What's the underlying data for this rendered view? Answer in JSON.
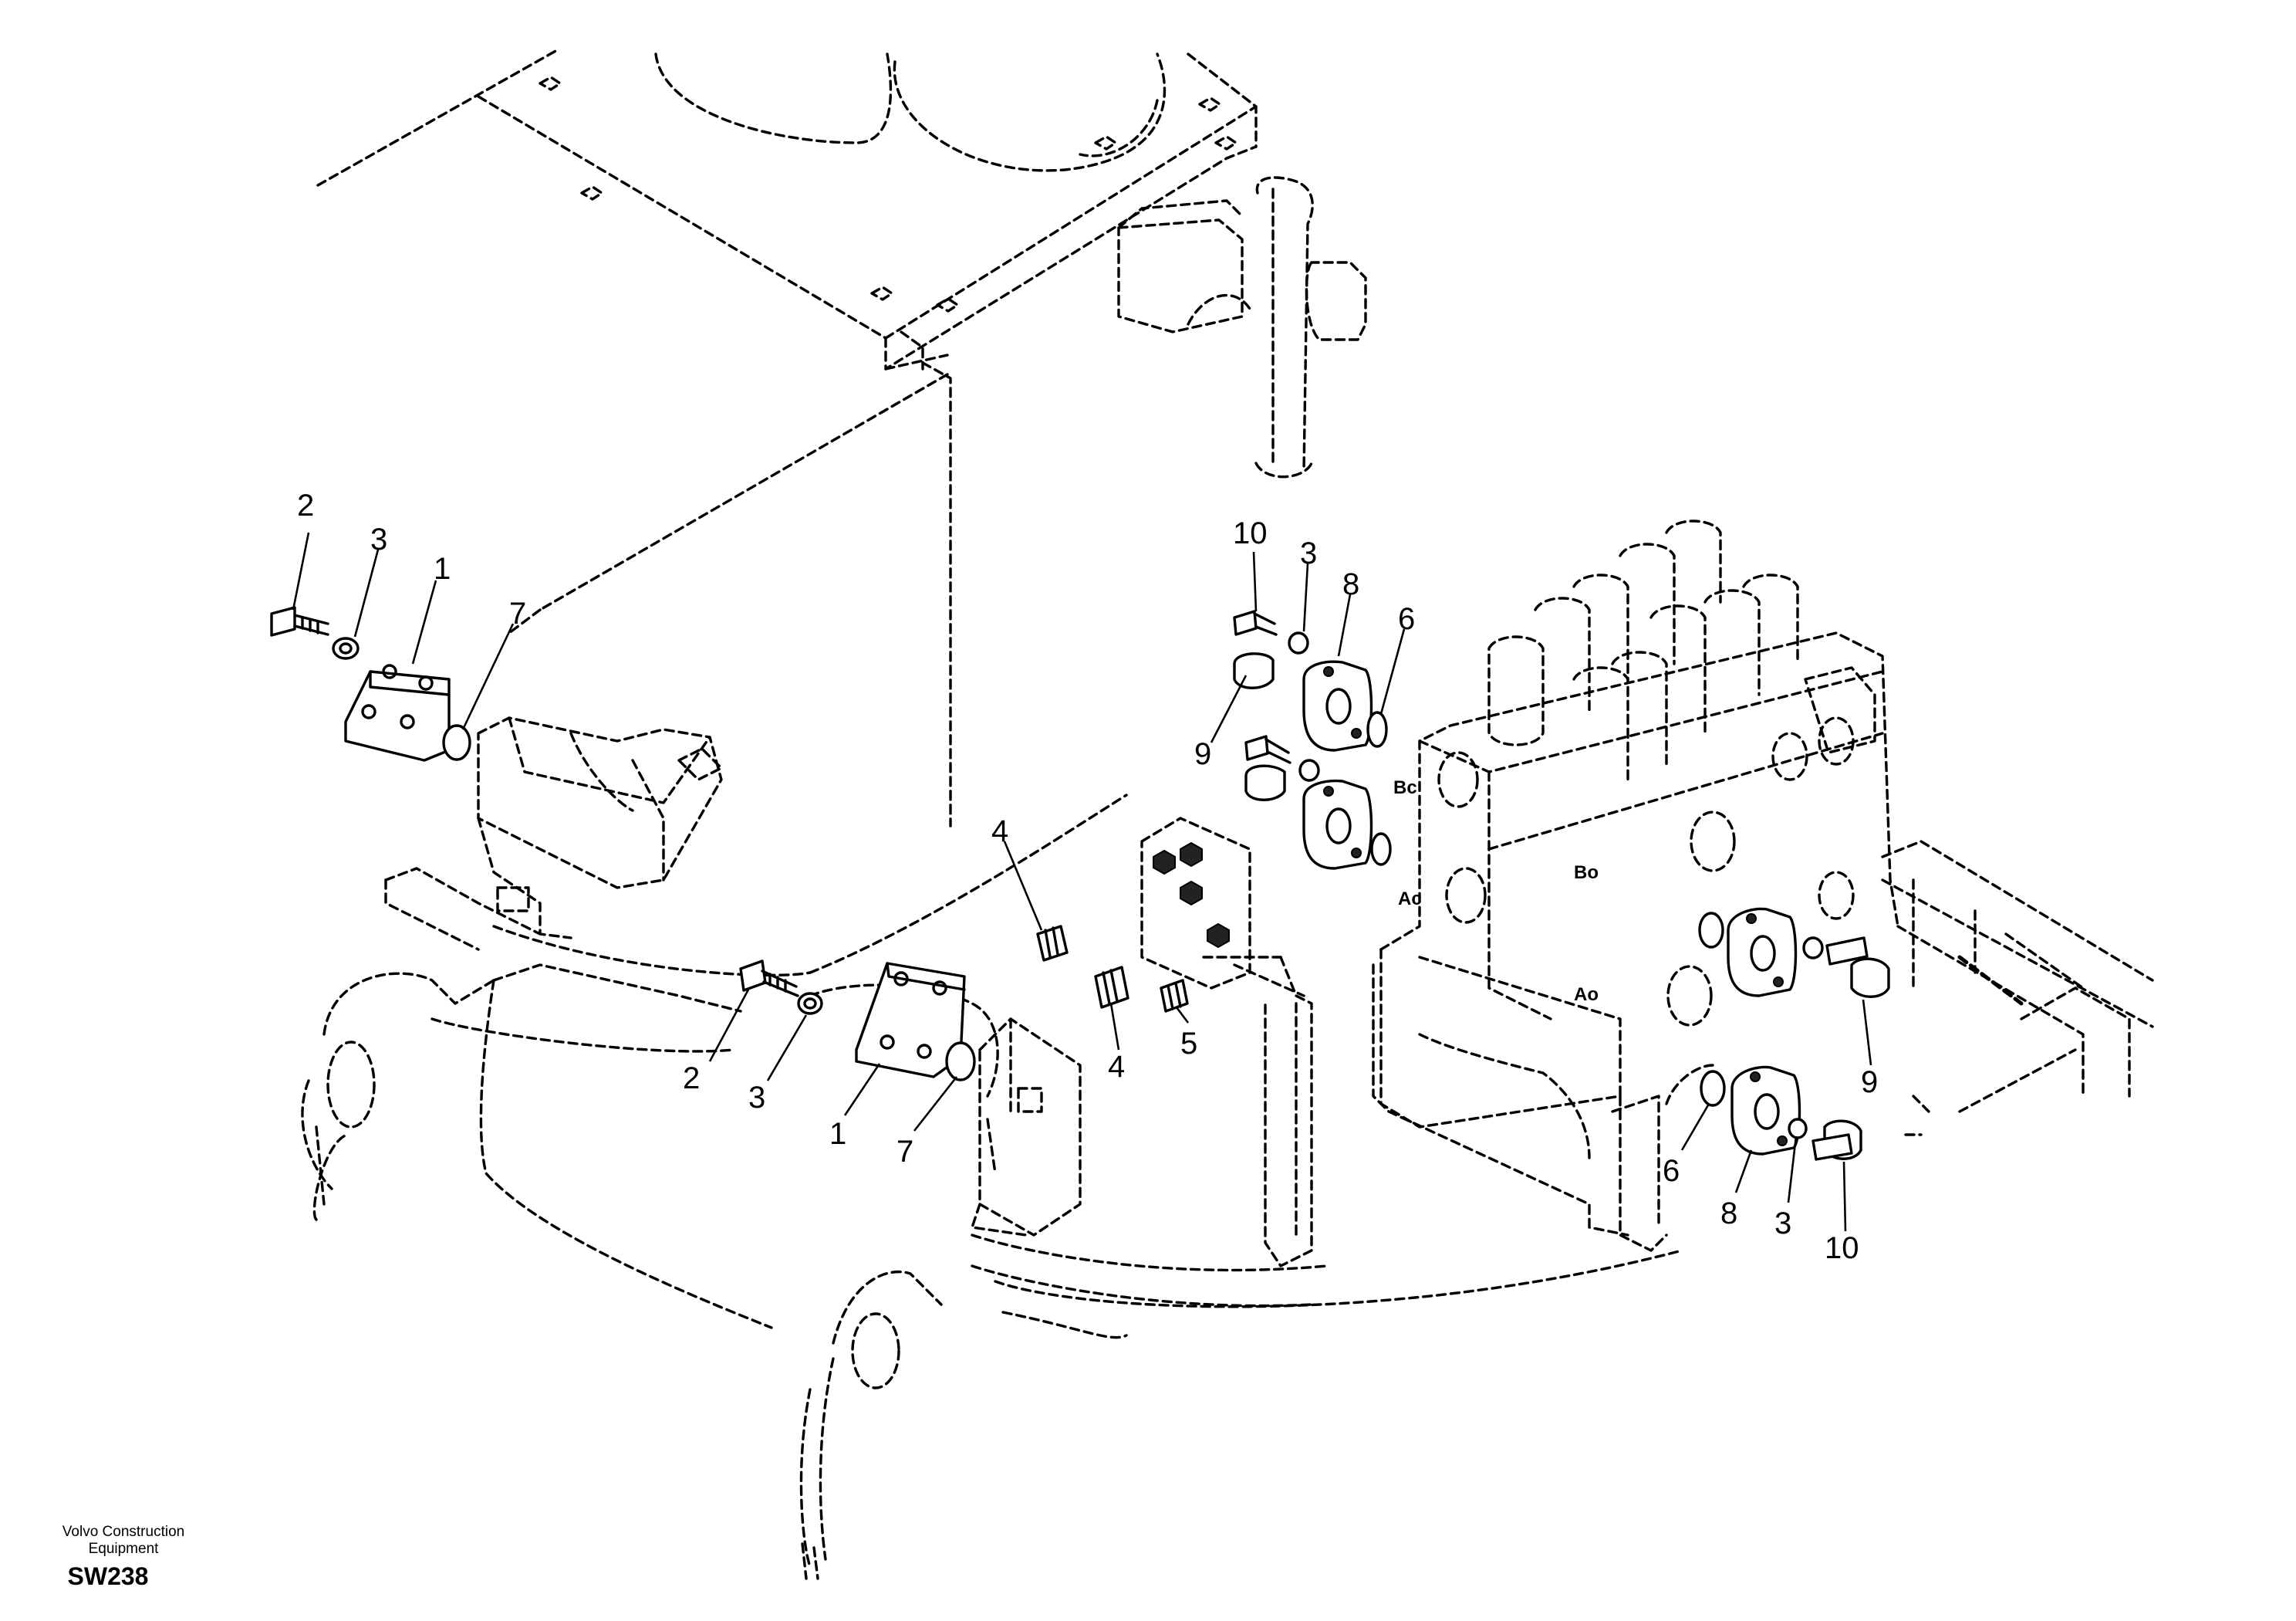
{
  "diagram": {
    "drawing_code": "SW238",
    "manufacturer_line1": "Volvo Construction",
    "manufacturer_line2": "Equipment",
    "callouts": [
      {
        "id": "left-2",
        "label": "2"
      },
      {
        "id": "left-3",
        "label": "3"
      },
      {
        "id": "left-1",
        "label": "1"
      },
      {
        "id": "left-7",
        "label": "7"
      },
      {
        "id": "top-10",
        "label": "10"
      },
      {
        "id": "top-3",
        "label": "3"
      },
      {
        "id": "top-8",
        "label": "8"
      },
      {
        "id": "top-6",
        "label": "6"
      },
      {
        "id": "top-9",
        "label": "9"
      },
      {
        "id": "mid-4a",
        "label": "4"
      },
      {
        "id": "mid-4b",
        "label": "4"
      },
      {
        "id": "mid-5",
        "label": "5"
      },
      {
        "id": "low-2",
        "label": "2"
      },
      {
        "id": "low-3",
        "label": "3"
      },
      {
        "id": "low-1",
        "label": "1"
      },
      {
        "id": "low-7",
        "label": "7"
      },
      {
        "id": "right-9",
        "label": "9"
      },
      {
        "id": "right-6",
        "label": "6"
      },
      {
        "id": "right-8",
        "label": "8"
      },
      {
        "id": "right-3",
        "label": "3"
      },
      {
        "id": "right-10",
        "label": "10"
      }
    ],
    "port_labels": {
      "bc": "Bc",
      "ac": "Ac",
      "bo": "Bo",
      "ao": "Ao"
    }
  }
}
